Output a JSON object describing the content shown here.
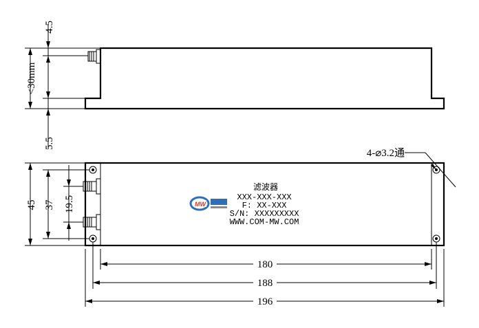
{
  "side_view": {
    "dim_top": "4.5",
    "dim_middle": "<30mm",
    "dim_bottom": "5.5"
  },
  "top_view": {
    "hole_callout": "4-⌀3.2通",
    "dim_height_overall": "45",
    "dim_height_mid": "37",
    "dim_height_small": "19.5",
    "dim_width_inner": "180",
    "dim_width_mid": "188",
    "dim_width_overall": "196"
  },
  "label": {
    "line1": "滤波器",
    "line2": "XXX-XXX-XXX",
    "line3": "F: XX-XXX",
    "line4": "S/N: XXXXXXXXX",
    "line5": "WWW.COM-MW.COM",
    "logo_text": "MW"
  },
  "colors": {
    "logo_blue": "#2f6fb5",
    "logo_red": "#d23a2a",
    "logo_gray": "#8a8a8a"
  }
}
